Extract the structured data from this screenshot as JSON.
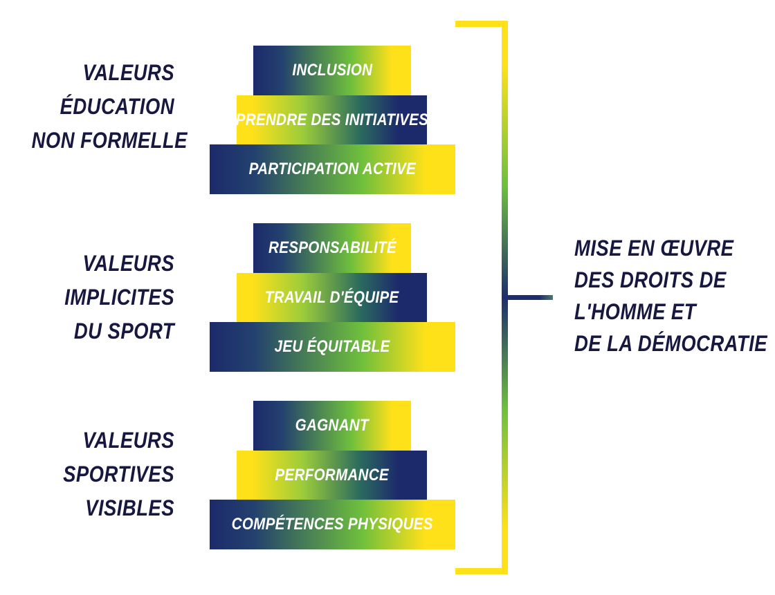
{
  "groups": [
    {
      "label_lines": [
        "VALEURS",
        "ÉDUCATION",
        "NON FORMELLE"
      ],
      "bars": [
        "INCLUSION",
        "PRENDRE DES INITIATIVES",
        "PARTICIPATION ACTIVE"
      ]
    },
    {
      "label_lines": [
        "VALEURS",
        "IMPLICITES",
        "DU SPORT"
      ],
      "bars": [
        "RESPONSABILITÉ",
        "TRAVAIL D'ÉQUIPE",
        "JEU ÉQUITABLE"
      ]
    },
    {
      "label_lines": [
        "VALEURS",
        "SPORTIVES",
        "VISIBLES"
      ],
      "bars": [
        "GAGNANT",
        "PERFORMANCE",
        "COMPÉTENCES PHYSIQUES"
      ]
    }
  ],
  "outcome": {
    "lines": [
      "MISE EN ŒUVRE",
      "DES DROITS DE",
      "L'HOMME ET",
      "DE LA DÉMOCRATIE"
    ]
  },
  "colors": {
    "navy": "#1c2a6c",
    "yellow": "#ffe11a",
    "green": "#6fbf3c",
    "text_dark": "#17183f",
    "bar_text": "#ffffff"
  }
}
